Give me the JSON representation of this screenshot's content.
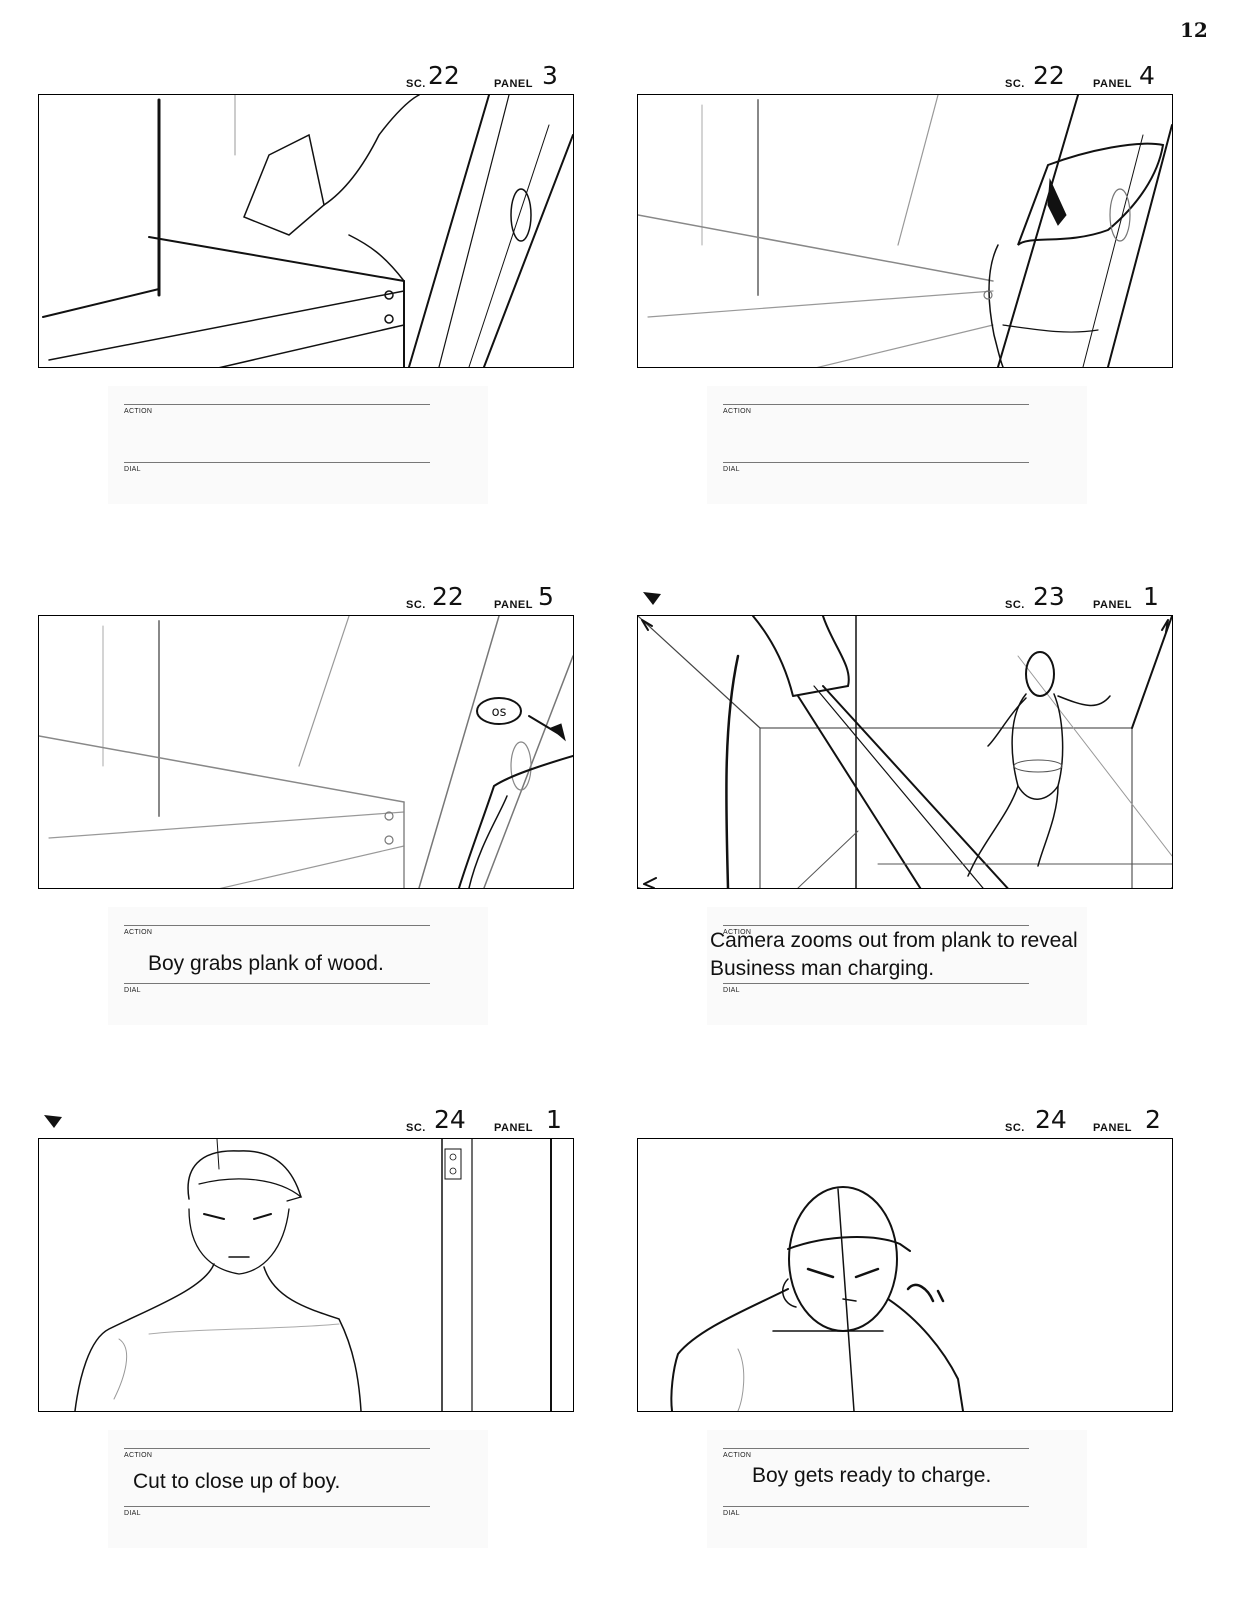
{
  "page_number": "12",
  "labels": {
    "sc": "SC.",
    "panel": "PANEL",
    "action": "ACTION",
    "dial": "DIAL"
  },
  "panels": [
    {
      "scene": "22",
      "panel": "3",
      "action_text": ""
    },
    {
      "scene": "22",
      "panel": "4",
      "action_text": ""
    },
    {
      "scene": "22",
      "panel": "5",
      "action_text": "Boy grabs plank of wood.",
      "annotation": "os"
    },
    {
      "scene": "23",
      "panel": "1",
      "action_text": "Camera zooms out from plank to reveal Business man charging.",
      "action_lines": [
        "Camera zooms out from plank to reveal",
        "Business man charging."
      ]
    },
    {
      "scene": "24",
      "panel": "1",
      "action_text": "Cut to close up of boy."
    },
    {
      "scene": "24",
      "panel": "2",
      "action_text": "Boy gets ready to charge."
    }
  ]
}
